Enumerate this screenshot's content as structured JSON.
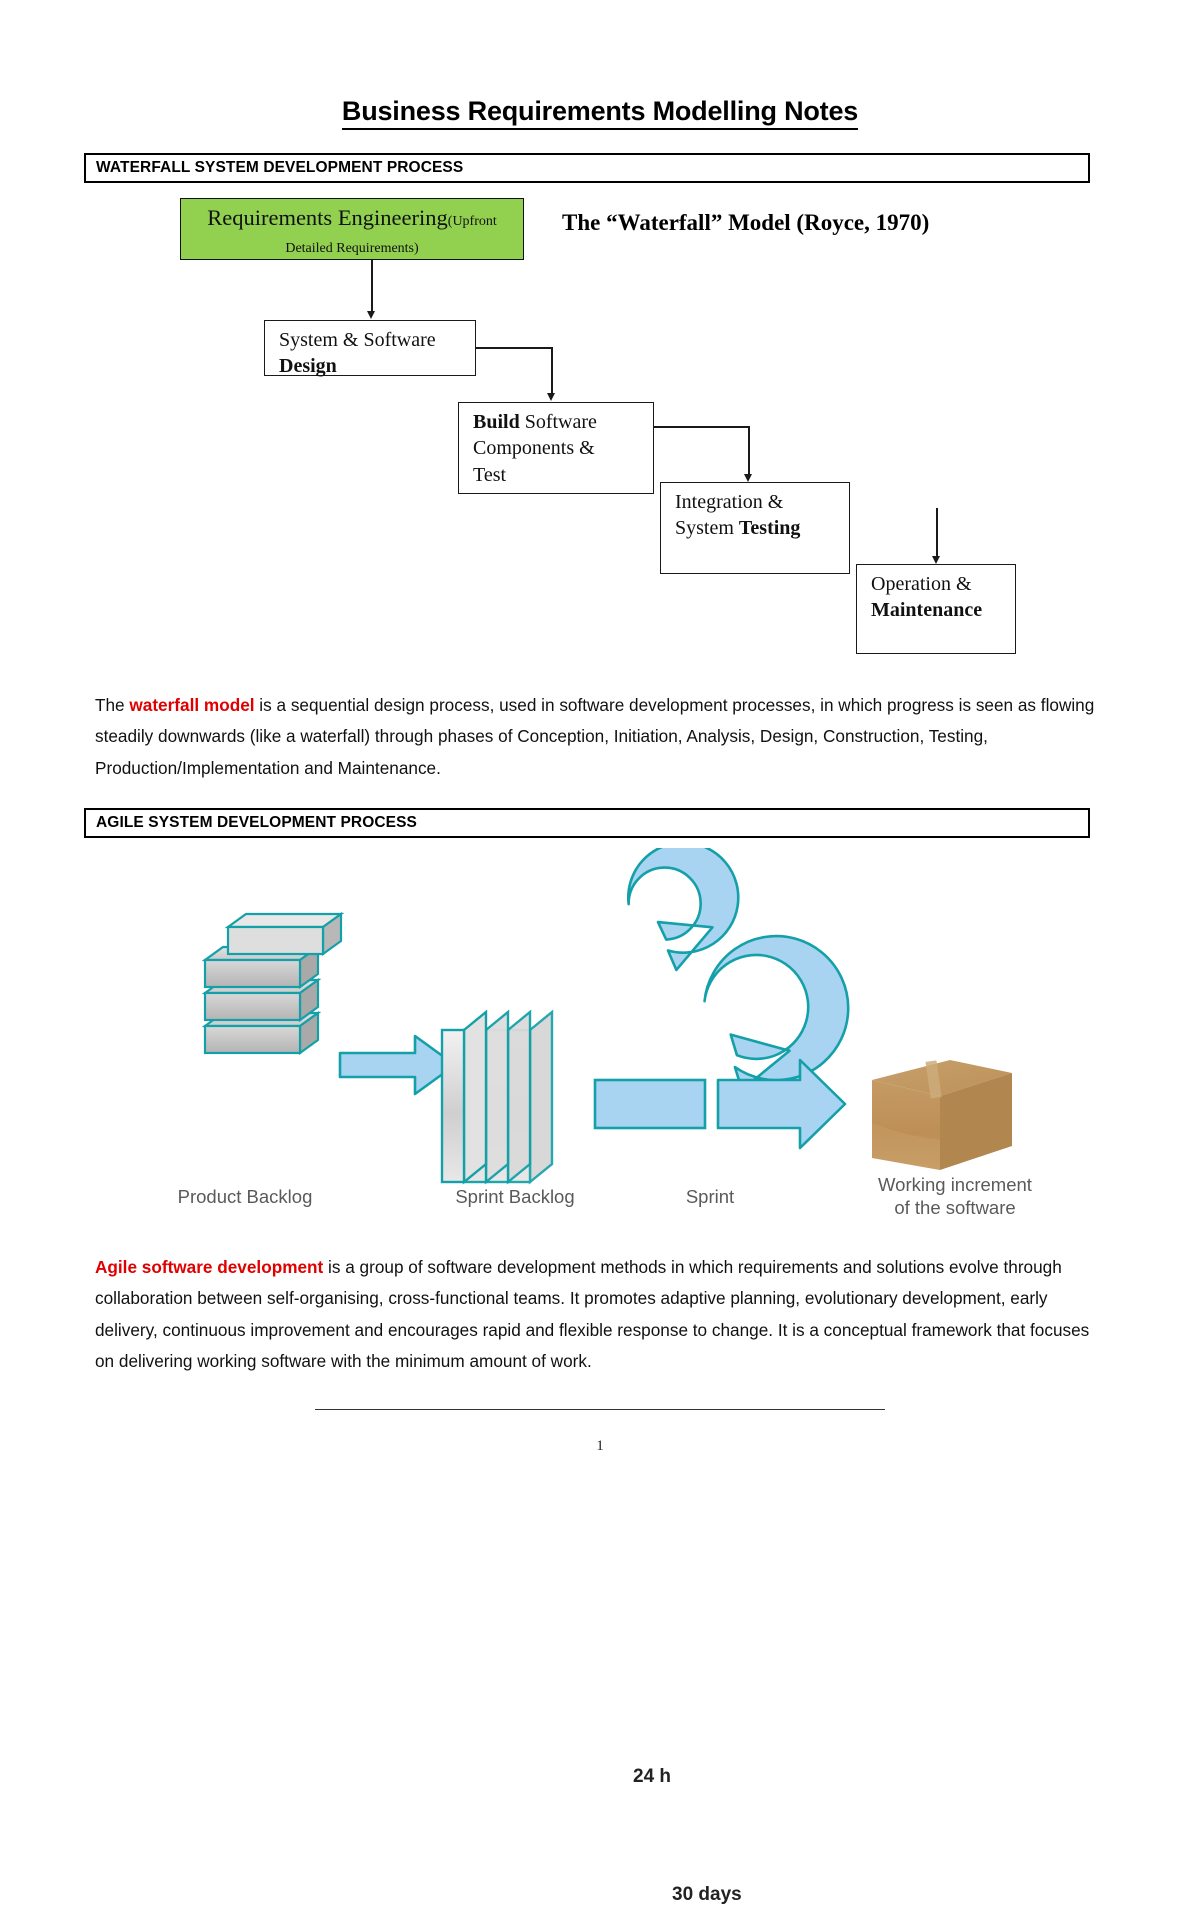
{
  "document": {
    "title": "Business Requirements Modelling Notes ",
    "page_number": "1"
  },
  "sections": {
    "waterfall": {
      "header": "WATERFALL SYSTEM DEVELOPMENT PROCESS",
      "diagram_title": "The “Waterfall” Model (Royce, 1970)",
      "boxes": [
        {
          "id": "requirements",
          "main": "Requirements Engineering",
          "sub": "(Upfront Detailed Requirements)",
          "fill": "#92D050"
        },
        {
          "id": "design",
          "line1": "System & Software",
          "line2": "Design"
        },
        {
          "id": "build",
          "line1": "Build Software",
          "line2": "Components &",
          "line3": "Test"
        },
        {
          "id": "integration",
          "line1": "Integration &",
          "line2": "System Testing"
        },
        {
          "id": "operation",
          "line1": "Operation &",
          "line2": "Maintenance"
        }
      ],
      "paragraph": {
        "highlight": "waterfall model",
        "lead": "The ",
        "rest": " is a sequential design process, used in software development processes, in which progress is seen as flowing steadily downwards (like a waterfall) through phases of Conception, Initiation, Analysis, Design, Construction, Testing, Production/Implementation and Maintenance."
      }
    },
    "agile": {
      "header": "AGILE SYSTEM DEVELOPMENT PROCESS",
      "diagram": {
        "cycle_small_label": "24 h",
        "cycle_large_label": "30 days",
        "stage_labels": {
          "product_backlog": "Product Backlog",
          "sprint_backlog": "Sprint Backlog",
          "sprint": "Sprint",
          "increment_line1": "Working increment",
          "increment_line2": "of the software"
        },
        "colors": {
          "arrow_fill": "#a8d4f2",
          "arrow_stroke": "#14a0a8",
          "backlog_fill": "#c4c4c4",
          "box_fill": "#c49a63"
        }
      },
      "paragraph": {
        "highlight": "Agile software development",
        "lead": "",
        "rest": " is a group of software development methods in which requirements and solutions evolve through collaboration between self-organising, cross-functional teams. It promotes adaptive planning, evolutionary development, early delivery, continuous improvement and encourages rapid and flexible response to change. It is a conceptual framework that focuses on delivering working software with the minimum amount of work."
      }
    }
  }
}
